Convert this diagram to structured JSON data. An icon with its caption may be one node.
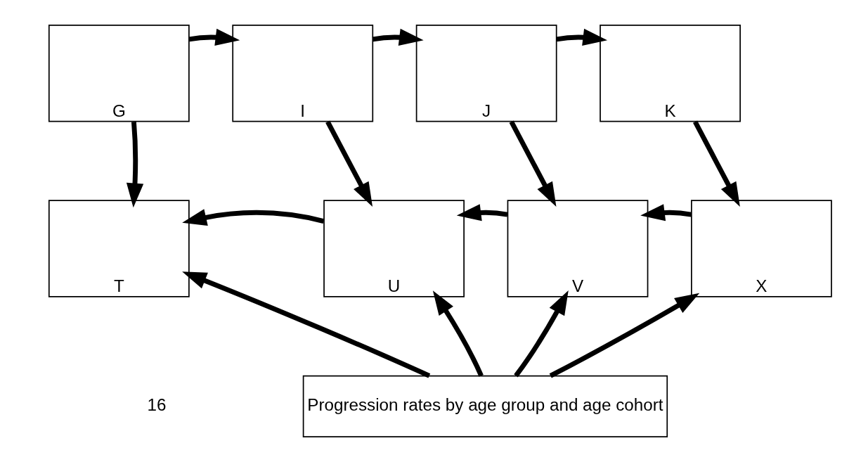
{
  "diagram": {
    "nodes": [
      {
        "text": [
          "G"
        ]
      },
      {
        "text": [
          "I"
        ]
      },
      {
        "text": [
          "J"
        ]
      },
      {
        "text": [
          "K"
        ]
      },
      {
        "text": [
          "T"
        ]
      },
      {
        "text": [
          "U"
        ]
      },
      {
        "text": [
          "V"
        ]
      },
      {
        "text": [
          "X"
        ]
      },
      {
        "text": [
          "Progression rates by age group and age cohort"
        ]
      }
    ],
    "edges": [
      {
        "from": 0,
        "to": 1,
        "arrow": "to"
      },
      {
        "from": 1,
        "to": 2,
        "arrow": "to"
      },
      {
        "from": 2,
        "to": 3,
        "arrow": "to"
      },
      {
        "from": 0,
        "to": 4,
        "arrow": "to"
      },
      {
        "from": 1,
        "to": 5,
        "arrow": "to"
      },
      {
        "from": 2,
        "to": 6,
        "arrow": "to"
      },
      {
        "from": 3,
        "to": 7,
        "arrow": "to"
      },
      {
        "from": 7,
        "to": 6,
        "arrow": "to"
      },
      {
        "from": 6,
        "to": 5,
        "arrow": "to"
      },
      {
        "from": 5,
        "to": 4,
        "arrow": "to"
      },
      {
        "from": 8,
        "to": 4,
        "arrow": "to"
      },
      {
        "from": 8,
        "to": 5,
        "arrow": "to"
      },
      {
        "from": 8,
        "to": 6,
        "arrow": "to"
      },
      {
        "from": 8,
        "to": 7,
        "arrow": "to"
      }
    ],
    "labels": [
      "16"
    ]
  }
}
